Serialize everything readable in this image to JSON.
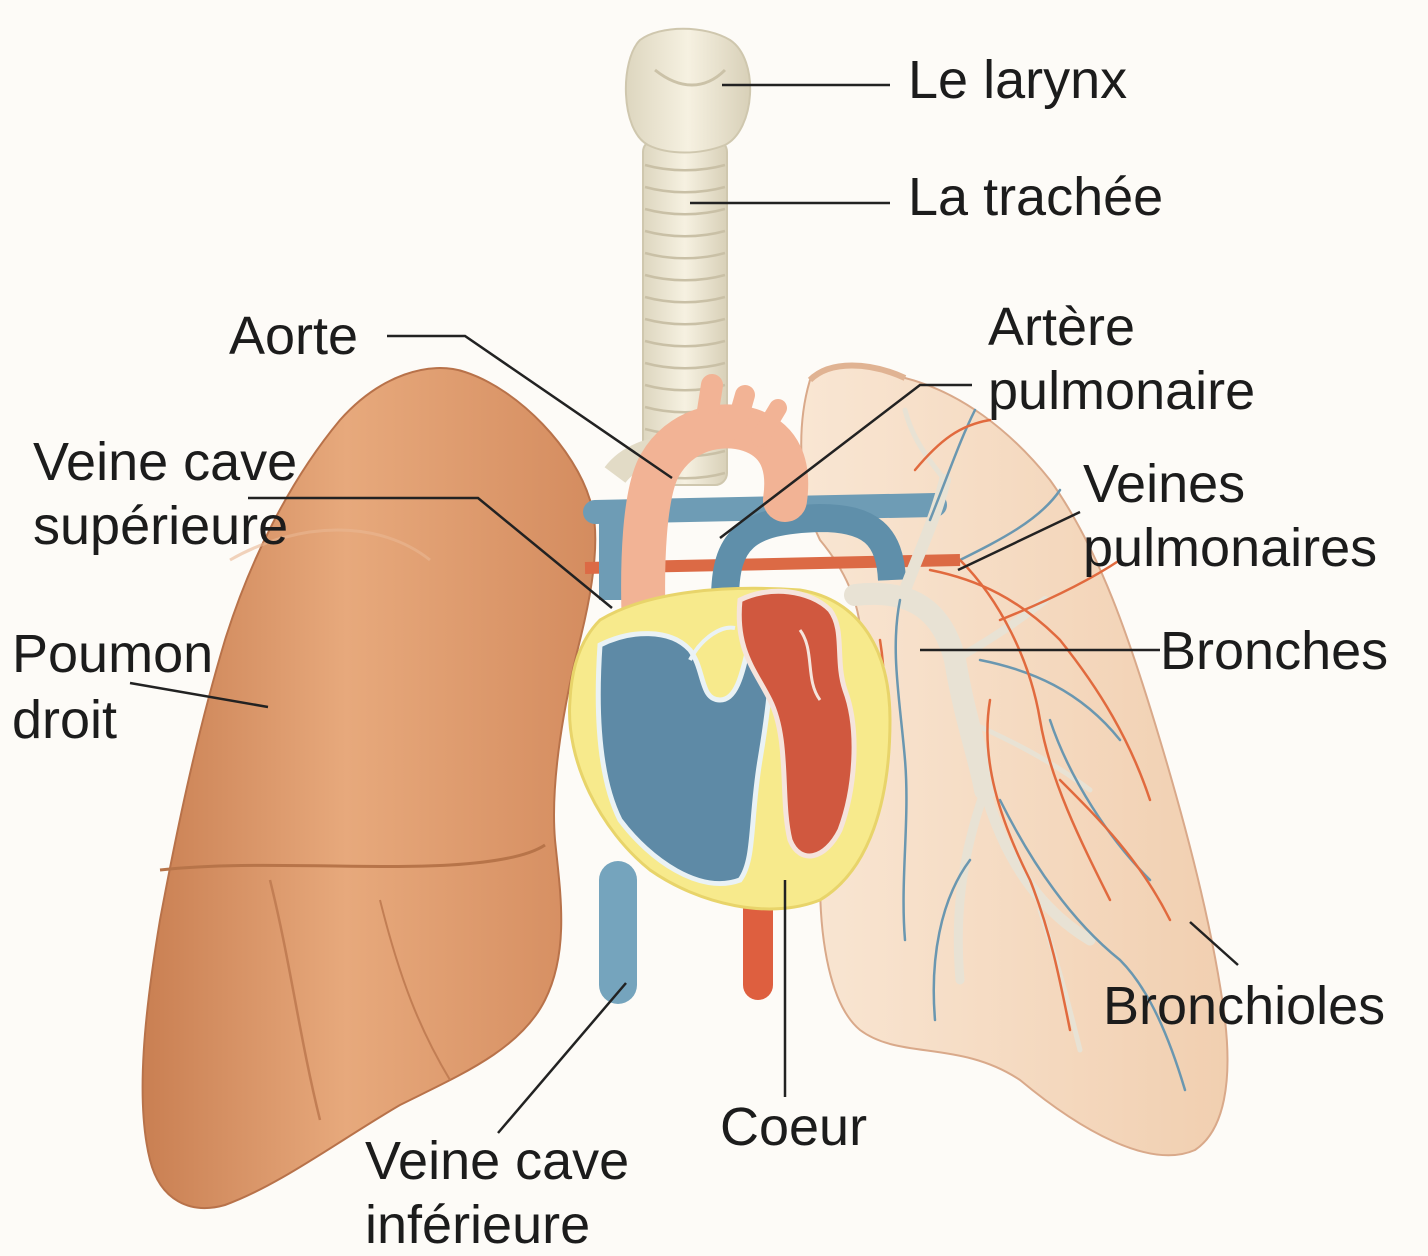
{
  "diagram": {
    "labels": {
      "larynx": "Le larynx",
      "trachee": "La trachée",
      "aorte": "Aorte",
      "artere_1": "Artère",
      "artere_2": "pulmonaire",
      "veine_cave_sup_1": "Veine cave",
      "veine_cave_sup_2": "supérieure",
      "veines_pulm_1": "Veines",
      "veines_pulm_2": "pulmonaires",
      "poumon_1": "Poumon",
      "poumon_2": "droit",
      "bronches": "Bronches",
      "bronchioles": "Bronchioles",
      "coeur": "Coeur",
      "veine_cave_inf_1": "Veine cave",
      "veine_cave_inf_2": "inférieure"
    },
    "colors": {
      "background": "#fdfbf7",
      "right_lung": "#e2a173",
      "left_lung": "#f6dcc4",
      "trachea": "#efe9d6",
      "deoxygenated_blue": "#5f8faa",
      "oxygenated_red": "#d9593a",
      "aorta": "#f3b596",
      "heart_fat": "#f6e88a",
      "label_text": "#1c1c1c",
      "leader_line": "#222222"
    }
  }
}
